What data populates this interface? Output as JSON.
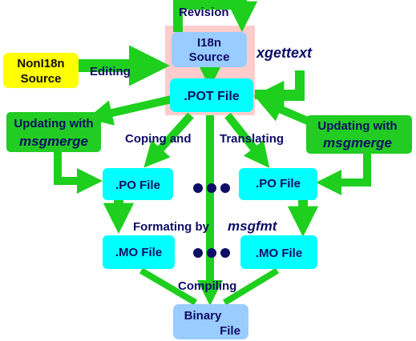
{
  "colors": {
    "arrow": "#1ecf1e",
    "label_text": "#0d0d66",
    "box_cyan": "#00ffff",
    "box_lightblue": "#99ccff",
    "box_yellow": "#ffff00",
    "box_green": "#22cc22",
    "highlight_pink": "#ffcccc",
    "dots": "#0d0d66"
  },
  "nodes": {
    "revision": "Revision",
    "i18n_source_line1": "I18n",
    "i18n_source_line2": "Source",
    "xgettext": "xgettext",
    "noni18n_line1": "NonI18n",
    "noni18n_line2": "Source",
    "editing": "Editing",
    "pot_file": ".POT File",
    "update_left_line1": "Updating with",
    "update_left_line2": "msgmerge",
    "update_right_line1": "Updating with",
    "update_right_line2": "msgmerge",
    "coping": "Coping and",
    "translating": "Translating",
    "po_left": ".PO  File",
    "po_right": ".PO  File",
    "formating": "Formating by",
    "msgfmt": "msgfmt",
    "mo_left": ".MO File",
    "mo_right": ".MO File",
    "compiling": "Compiling",
    "binary_line1": "Binary",
    "binary_line2": "File"
  }
}
